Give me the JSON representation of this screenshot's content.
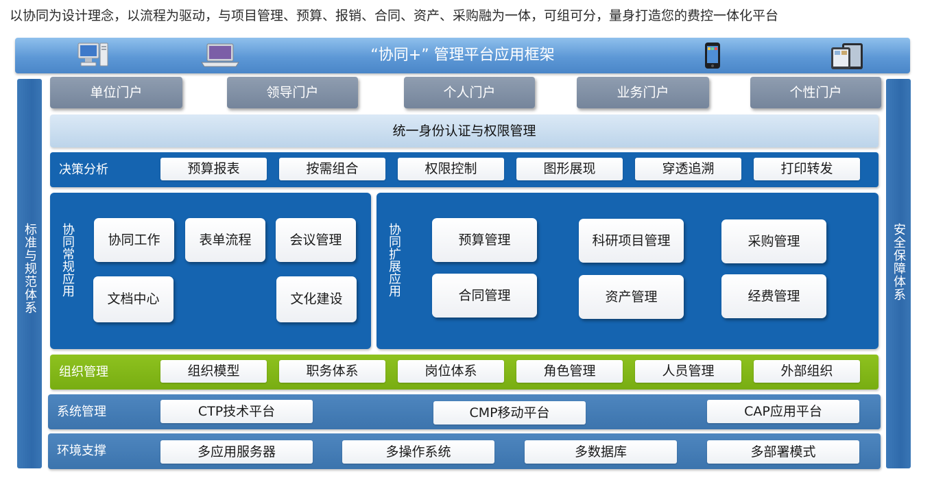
{
  "headline": "以协同为设计理念，以流程为驱动，与项目管理、预算、报销、合同、资产、采购融为一体，可组可分，量身打造您的费控一体化平台",
  "banner": {
    "title": "“协同+”  管理平台应用框架"
  },
  "left_pillar": "标准与规范体系",
  "right_pillar": "安全保障体系",
  "portals": [
    "单位门户",
    "领导门户",
    "个人门户",
    "业务门户",
    "个性门户"
  ],
  "auth_bar": "统一身份认证与权限管理",
  "decision": {
    "label": "决策分析",
    "items": [
      "预算报表",
      "按需组合",
      "权限控制",
      "图形展现",
      "穿透追溯",
      "打印转发"
    ]
  },
  "routine": {
    "label": "协同常规应用",
    "items": [
      "协同工作",
      "表单流程",
      "会议管理",
      "文档中心",
      "文化建设"
    ]
  },
  "extension": {
    "label": "协同扩展应用",
    "items": [
      "预算管理",
      "科研项目管理",
      "采购管理",
      "合同管理",
      "资产管理",
      "经费管理"
    ]
  },
  "org": {
    "label": "组织管理",
    "items": [
      "组织模型",
      "职务体系",
      "岗位体系",
      "角色管理",
      "人员管理",
      "外部组织"
    ]
  },
  "system": {
    "label": "系统管理",
    "items": [
      "CTP技术平台",
      "CMP移动平台",
      "CAP应用平台"
    ]
  },
  "env": {
    "label": "环境支撑",
    "items": [
      "多应用服务器",
      "多操作系统",
      "多数据库",
      "多部署模式"
    ]
  },
  "icons": [
    "desktop-computer-icon",
    "laptop-icon",
    "smartphone-icon",
    "tablet-icon"
  ],
  "colors": {
    "primary_blue": "#1564b0",
    "banner_blue": "#5d98d6",
    "portal_gray": "#7f8ea3",
    "org_green": "#85b91a",
    "steel_blue": "#4a82bb"
  }
}
